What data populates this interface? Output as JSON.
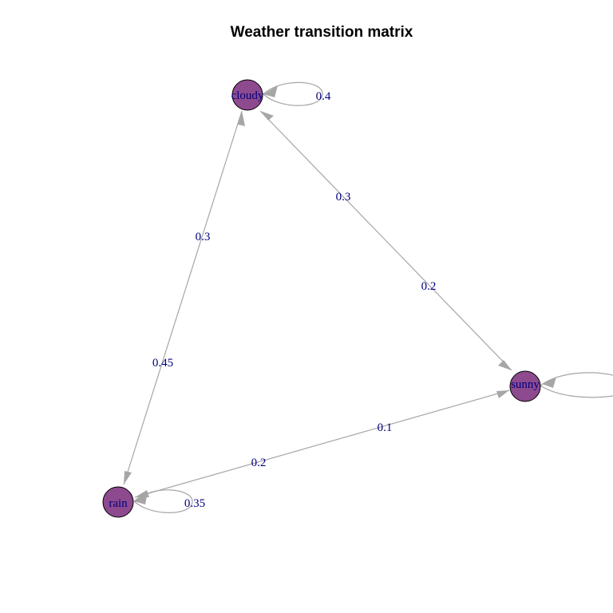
{
  "title": "Weather transition matrix",
  "colors": {
    "node_fill": "#8e4a8e",
    "node_border": "#000000",
    "edge": "#a6a6a6",
    "label": "#000080"
  },
  "nodes": [
    {
      "id": "cloudy",
      "label": "cloudy"
    },
    {
      "id": "sunny",
      "label": "sunny"
    },
    {
      "id": "rain",
      "label": "rain"
    }
  ],
  "edges": [
    {
      "from": "cloudy",
      "to": "cloudy",
      "label": "0.4"
    },
    {
      "from": "cloudy",
      "to": "sunny",
      "label": "0.3"
    },
    {
      "from": "sunny",
      "to": "cloudy",
      "label": "0.2"
    },
    {
      "from": "cloudy",
      "to": "rain",
      "label": "0.3"
    },
    {
      "from": "rain",
      "to": "cloudy",
      "label": "0.45"
    },
    {
      "from": "sunny",
      "to": "rain",
      "label": "0.1"
    },
    {
      "from": "rain",
      "to": "sunny",
      "label": "0.2"
    },
    {
      "from": "rain",
      "to": "rain",
      "label": "0.35"
    },
    {
      "from": "sunny",
      "to": "sunny",
      "label": ""
    }
  ]
}
